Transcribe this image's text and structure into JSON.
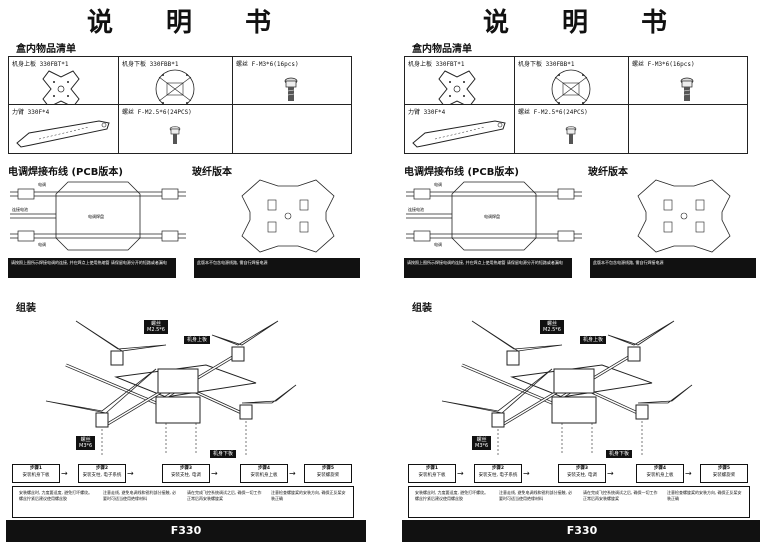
{
  "doc": {
    "title": "说 明 书",
    "parts_heading": "盒内物品清单",
    "parts": [
      {
        "label": "机身上板  330FBT*1",
        "icon": "top-plate-icon"
      },
      {
        "label": "机身下板  330FBB*1",
        "icon": "bottom-plate-icon"
      },
      {
        "label": "螺丝 F-M3*6(16pcs)",
        "icon": "screw-icon"
      },
      {
        "label": "力臂  330F*4",
        "icon": "arm-icon"
      },
      {
        "label": "螺丝 F-M2.5*6(24PCS)",
        "icon": "small-screw-icon"
      },
      {
        "label": "",
        "icon": ""
      }
    ],
    "wiring_heading": "电调焊接布线 (PCB版本)",
    "glass_heading": "玻纤版本",
    "wiring_labels": [
      "电调",
      "连接电池",
      "电调焊盘",
      "电调"
    ],
    "wiring_note": "请按照上图所示焊接电调的连接, 并在焊点上使用热缩管 请保留电源分开的短路或者漏电",
    "glass_note": "此版本不包含电源线路, 需自行焊接电源",
    "assembly_heading": "组装",
    "callouts": [
      "螺丝\nM2.5*6",
      "机身上板",
      "螺丝\nM3*6",
      "机身下板"
    ],
    "steps": [
      {
        "no": "步骤1",
        "text": "安装机身下板"
      },
      {
        "no": "步骤2",
        "text": "安装支柱, 电子系统"
      },
      {
        "no": "步骤3",
        "text": "安装支柱, 电调"
      },
      {
        "no": "步骤4",
        "text": "安装机身上板"
      },
      {
        "no": "步骤5",
        "text": "安装螺旋桨"
      }
    ],
    "notes": [
      "安装螺丝时, 力度要适度, 避免打坏螺纹。 螺丝拧紧后建议使用螺丝胶",
      "注意走线, 避免电调线和锐利部分接触, 必要时可适当使用绝缘材料",
      "请在完成飞控系统调试之后, 确保一切工作正常后再安装螺旋桨",
      "注意检查螺旋桨的安装方向, 确保正反桨安装正确"
    ],
    "model": "F330"
  }
}
